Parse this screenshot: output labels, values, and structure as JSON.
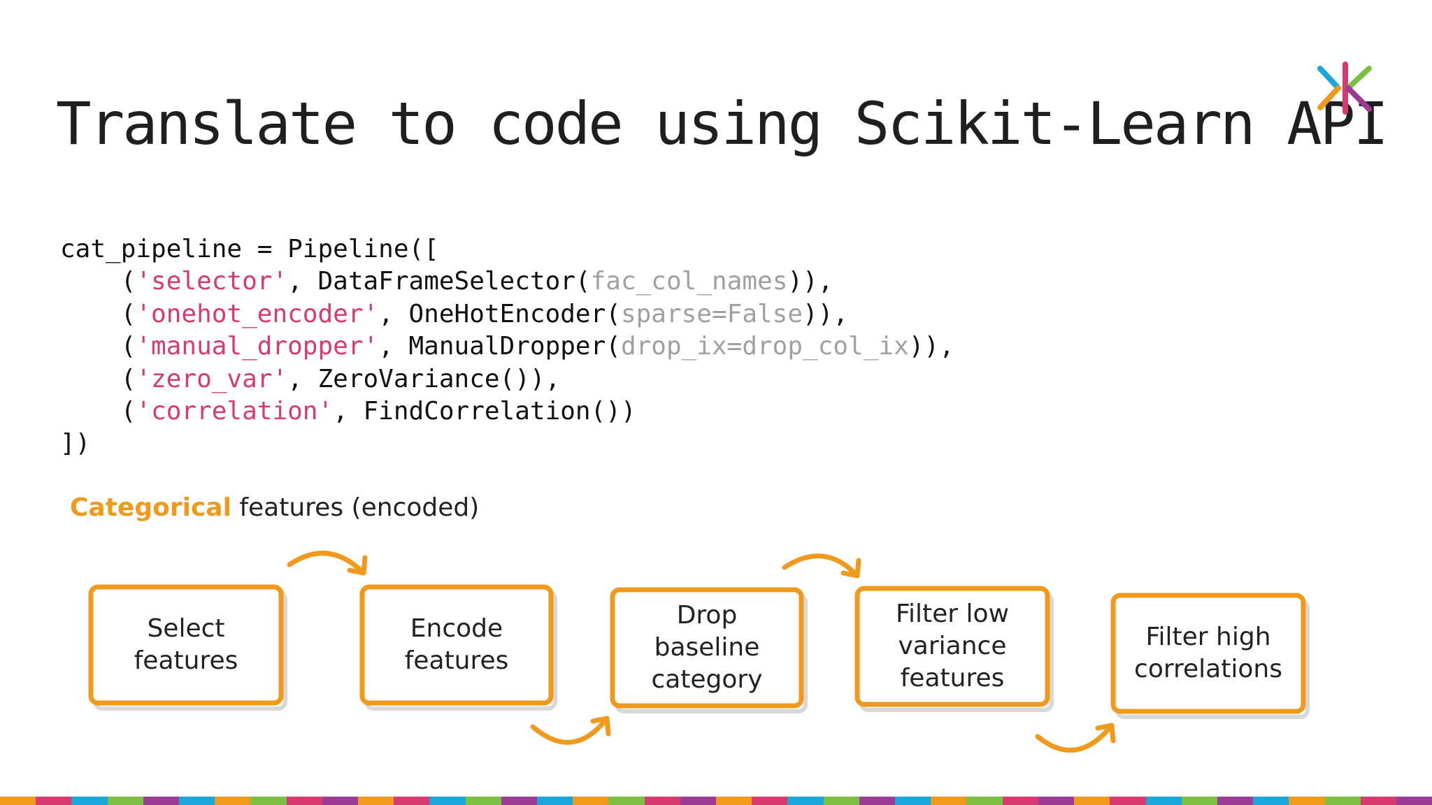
{
  "slide": {
    "title": "Translate to code using Scikit-Learn API"
  },
  "logo": {
    "icon": "k-logo-icon",
    "colors": {
      "left_top": "#1aa6d8",
      "left_bottom": "#ef9a1c",
      "stem": "#d63a6e",
      "right_top": "#7bc043",
      "right_bottom": "#9b3b96"
    }
  },
  "code": {
    "colors": {
      "text": "#111111",
      "string": "#d63a6e",
      "argument": "#a0a0a0"
    },
    "lines": [
      {
        "pre": "cat_pipeline = Pipeline([",
        "str": "",
        "mid": "",
        "arg": "",
        "post": ""
      },
      {
        "pre": "    (",
        "str": "'selector'",
        "mid": ", DataFrameSelector(",
        "arg": "fac_col_names",
        "post": ")),",
        "indent": true
      },
      {
        "pre": "    (",
        "str": "'onehot_encoder'",
        "mid": ", OneHotEncoder(",
        "arg": "sparse=False",
        "post": ")),",
        "indent": true
      },
      {
        "pre": "    (",
        "str": "'manual_dropper'",
        "mid": ", ManualDropper(",
        "arg": "drop_ix=drop_col_ix",
        "post": ")),",
        "indent": true
      },
      {
        "pre": "    (",
        "str": "'zero_var'",
        "mid": ", ZeroVariance()),",
        "arg": "",
        "post": ""
      },
      {
        "pre": "    (",
        "str": "'correlation'",
        "mid": ", FindCorrelation())",
        "arg": "",
        "post": ""
      },
      {
        "pre": "])",
        "str": "",
        "mid": "",
        "arg": "",
        "post": ""
      }
    ]
  },
  "pipeline": {
    "caption_highlight": "Categorical",
    "caption_rest": " features (encoded)",
    "accent_color": "#ef9a1c",
    "steps": [
      {
        "label": "Select\nfeatures"
      },
      {
        "label": "Encode\nfeatures"
      },
      {
        "label": "Drop\nbaseline\ncategory"
      },
      {
        "label": "Filter low\nvariance\nfeatures"
      },
      {
        "label": "Filter high\ncorrelations"
      }
    ]
  },
  "footer": {
    "bar_colors": [
      "#ef9a1c",
      "#d63a6e",
      "#1aa6d8",
      "#7bc043",
      "#9b3b96",
      "#1aa6d8",
      "#ef9a1c",
      "#7bc043",
      "#d63a6e",
      "#9b3b96"
    ]
  }
}
